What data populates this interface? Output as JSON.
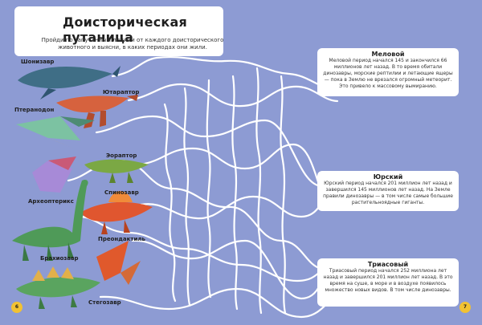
{
  "title": "Доисторическая путаница",
  "intro": "Пройди по запутанным линиям от каждого доисторического животного и выясни, в каких периодах они жили.",
  "dinosaurs": [
    {
      "label": "Шонизавр"
    },
    {
      "label": "Ютараптор"
    },
    {
      "label": "Птеранодон"
    },
    {
      "label": "Эораптор"
    },
    {
      "label": "Археоптерикс"
    },
    {
      "label": "Спинозавр"
    },
    {
      "label": "Брахиозавр"
    },
    {
      "label": "Преондактиль"
    },
    {
      "label": "Стегозавр"
    }
  ],
  "periods": [
    {
      "title": "Меловой",
      "text": "Меловой период начался 145 и закончился 66 миллионов лет назад. В то время обитали динозавры, морские рептилии и летающие ящеры — пока в Землю не врезался огромный метеорит. Это привело к массовому вымиранию."
    },
    {
      "title": "Юрский",
      "text": "Юрский период начался 201 миллион лет назад и завершился 145 миллионов лет назад. На Земле правили динозавры — в том числе самые большие растительноядные гиганты."
    },
    {
      "title": "Триасовый",
      "text": "Триасовый период начался 252 миллиона лет назад и завершился 201 миллион лет назад. В это время на суше, в море и в воздухе появилось множество новых видов. В том числе динозавры."
    }
  ],
  "page_numbers": {
    "left": "6",
    "right": "7"
  },
  "colors": {
    "background": "#8d9bd3",
    "maze": "#ffffff",
    "badge": "#f2c232"
  }
}
